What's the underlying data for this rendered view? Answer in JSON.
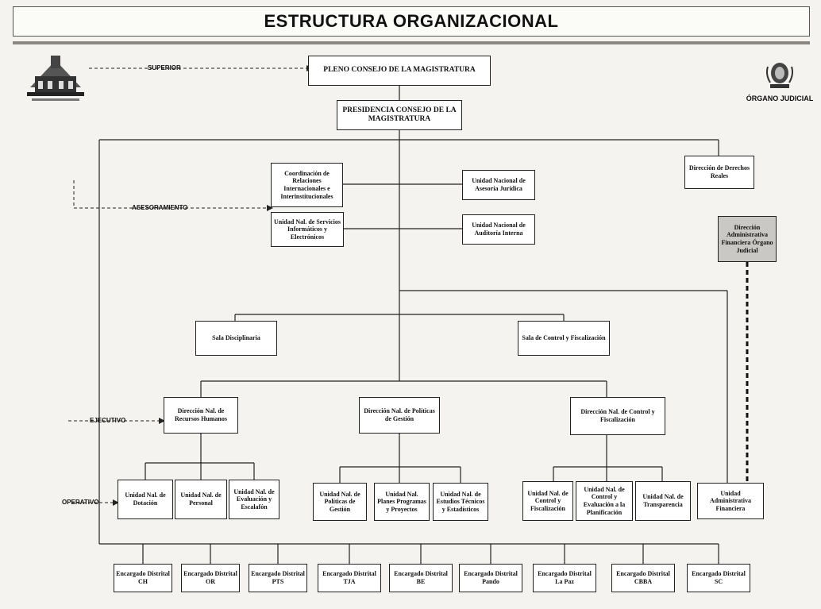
{
  "title": "ESTRUCTURA ORGANIZACIONAL",
  "labels": {
    "superior": "SUPERIOR",
    "asesoramiento": "ASESORAMIENTO",
    "ejecutivo": "EJECUTIVO",
    "operativo": "OPERATIVO"
  },
  "logo_right_text": "ÓRGANO JUDICIAL",
  "nodes": {
    "pleno": "PLENO CONSEJO DE LA MAGISTRATURA",
    "presidencia": "PRESIDENCIA CONSEJO DE LA MAGISTRATURA",
    "coordinacion": "Coordinación de Relaciones Internacionales e Interinstitucionales",
    "asesoria": "Unidad Nacional de Asesoría Jurídica",
    "servicios": "Unidad Nal. de Servicios Informáticos y Electrónicos",
    "auditoria": "Unidad Nacional de Auditoría Interna",
    "derechos_reales": "Dirección de Derechos Reales",
    "admin_financiera": "Dirección Administrativa Financiera Órgano Judicial",
    "sala_disciplinaria": "Sala Disciplinaria",
    "sala_control": "Sala de Control y Fiscalización",
    "dir_rrhh": "Dirección Nal. de Recursos Humanos",
    "dir_politicas": "Dirección Nal. de Políticas de Gestión",
    "dir_control": "Dirección Nal. de Control y Fiscalización",
    "u_dotacion": "Unidad Nal. de Dotación",
    "u_personal": "Unidad Nal. de Personal",
    "u_evaluacion": "Unidad Nal. de Evaluación y Escalafón",
    "u_politicas": "Unidad Nal. de Políticas de Gestión",
    "u_planes": "Unidad Nal. Planes Programas y Proyectos",
    "u_estudios": "Unidad Nal. de Estudios Técnicos y Estadísticos",
    "u_control": "Unidad Nal. de Control y Fiscalización",
    "u_control_eval": "Unidad Nal. de Control y Evaluación a la Planificación",
    "u_transparencia": "Unidad Nal. de Transparencia",
    "u_admin": "Unidad Administrativa Financiera"
  },
  "districts": [
    "Encargado Distrital CH",
    "Encargado Distrital OR",
    "Encargado Distrital PTS",
    "Encargado Distrital TJA",
    "Encargado Distrital BE",
    "Encargado Distrital Pando",
    "Encargado Distrital La Paz",
    "Encargado Distrital CBBA",
    "Encargado Distrital SC"
  ]
}
